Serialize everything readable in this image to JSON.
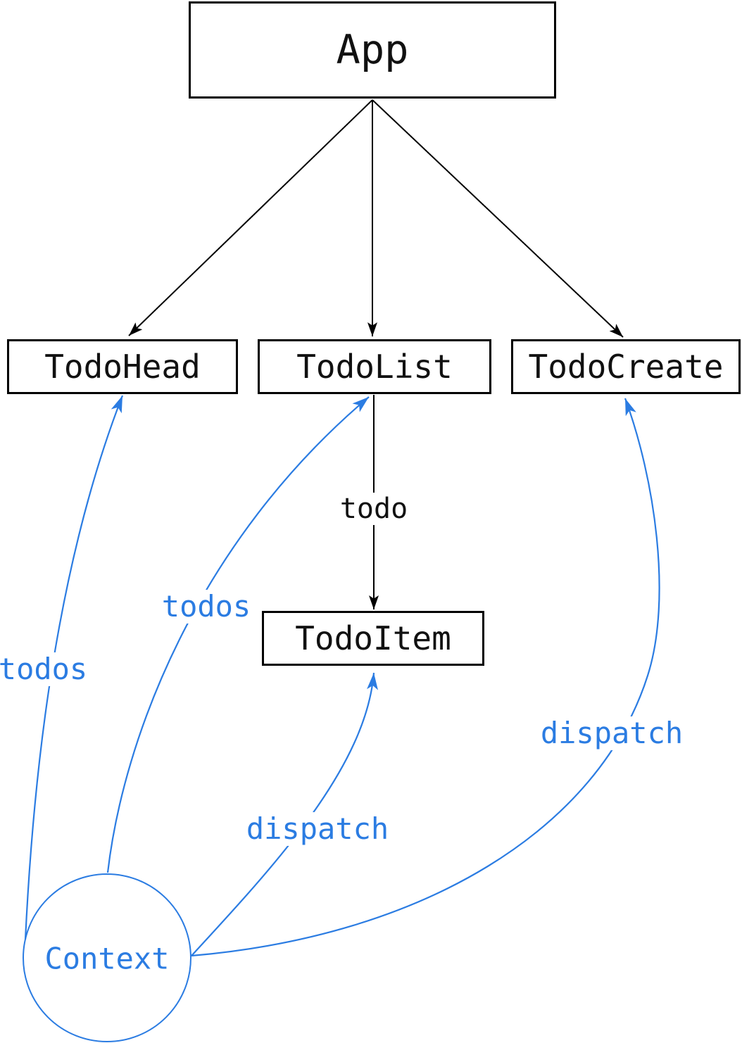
{
  "diagram": {
    "type": "component-tree",
    "accent_color": "#2b7ce2",
    "line_color": "#000000",
    "nodes": {
      "app": {
        "label": "App",
        "shape": "rect"
      },
      "todo_head": {
        "label": "TodoHead",
        "shape": "rect"
      },
      "todo_list": {
        "label": "TodoList",
        "shape": "rect"
      },
      "todo_create": {
        "label": "TodoCreate",
        "shape": "rect"
      },
      "todo_item": {
        "label": "TodoItem",
        "shape": "rect"
      },
      "context": {
        "label": "Context",
        "shape": "circle"
      }
    },
    "edges": [
      {
        "from": "app",
        "to": "todo_head",
        "label": "",
        "color": "black"
      },
      {
        "from": "app",
        "to": "todo_list",
        "label": "",
        "color": "black"
      },
      {
        "from": "app",
        "to": "todo_create",
        "label": "",
        "color": "black"
      },
      {
        "from": "todo_list",
        "to": "todo_item",
        "label": "todo",
        "color": "black"
      },
      {
        "from": "context",
        "to": "todo_head",
        "label": "todos",
        "color": "blue"
      },
      {
        "from": "context",
        "to": "todo_list",
        "label": "todos",
        "color": "blue"
      },
      {
        "from": "context",
        "to": "todo_item",
        "label": "dispatch",
        "color": "blue"
      },
      {
        "from": "context",
        "to": "todo_create",
        "label": "dispatch",
        "color": "blue"
      }
    ]
  }
}
